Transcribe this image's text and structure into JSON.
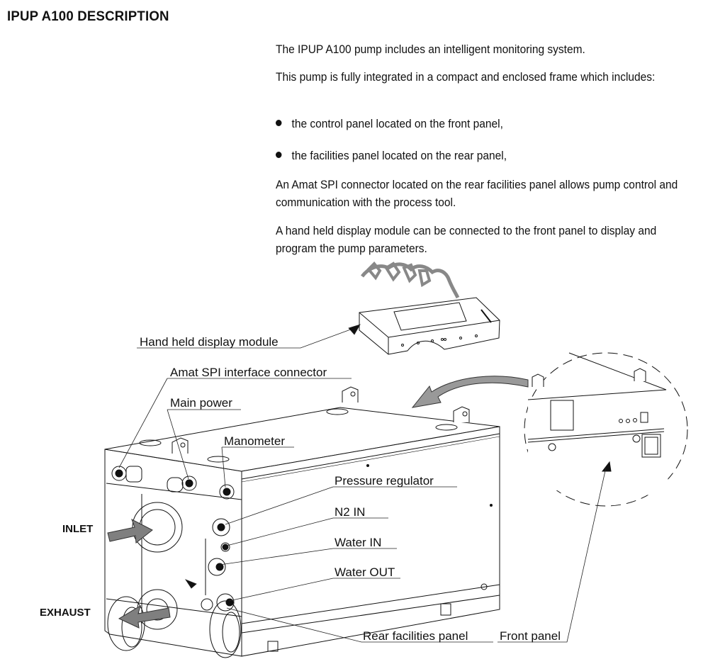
{
  "document": {
    "section_title": "IPUP A100 DESCRIPTION",
    "paragraphs": [
      "The IPUP A100 pump includes an intelligent monitoring system.",
      "This pump is fully integrated in a compact and enclosed frame which includes:",
      "An Amat SPI connector located on the rear facilities panel allows pump control and communication with the process tool.",
      "A hand held display module can be connected to the front panel to display and program the pump parameters."
    ],
    "bullets": [
      "the control panel located on the front panel,",
      "the facilities panel located on the rear panel,"
    ]
  },
  "figure": {
    "callouts": {
      "hand_held_display": "Hand held display module",
      "spi_connector": "Amat SPI interface connector",
      "main_power": "Main power",
      "manometer": "Manometer",
      "pressure_regulator": "Pressure regulator",
      "n2_in": "N2 IN",
      "water_in": "Water IN",
      "water_out": "Water OUT",
      "rear_panel": "Rear facilities panel",
      "front_panel": "Front panel"
    },
    "flow_labels": {
      "inlet": "INLET",
      "exhaust": "EXHAUST"
    },
    "colors": {
      "ink": "#111111",
      "arrow_fill": "#7f7f7f",
      "cable": "#888888"
    }
  }
}
